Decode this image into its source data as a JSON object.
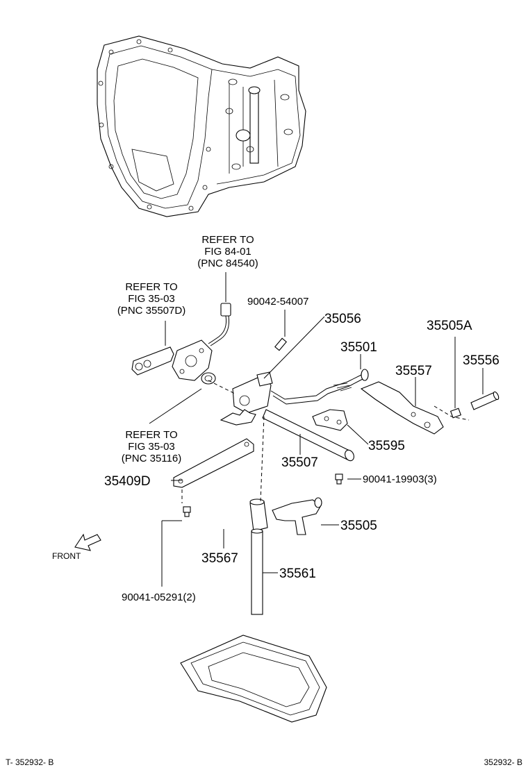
{
  "refs": {
    "r1": [
      "REFER TO",
      "FIG  84-01",
      "(PNC 84540)"
    ],
    "r2": [
      "REFER TO",
      "FIG  35-03",
      "(PNC 35507D)"
    ],
    "r3": [
      "REFER TO",
      "FIG  35-03",
      "(PNC 35116)"
    ]
  },
  "parts": {
    "p90042": "90042-54007",
    "p35056": "35056",
    "p35505A": "35505A",
    "p35501": "35501",
    "p35557": "35557",
    "p35556": "35556",
    "p35595": "35595",
    "p35507": "35507",
    "p90041a": "90041-19903(3)",
    "p35409D": "35409D",
    "p35505": "35505",
    "p35567": "35567",
    "p35561": "35561",
    "p90041b": "90041-05291(2)"
  },
  "front_label": "FRONT",
  "footer": {
    "left": "T- 352932- B",
    "right": "352932- B"
  }
}
